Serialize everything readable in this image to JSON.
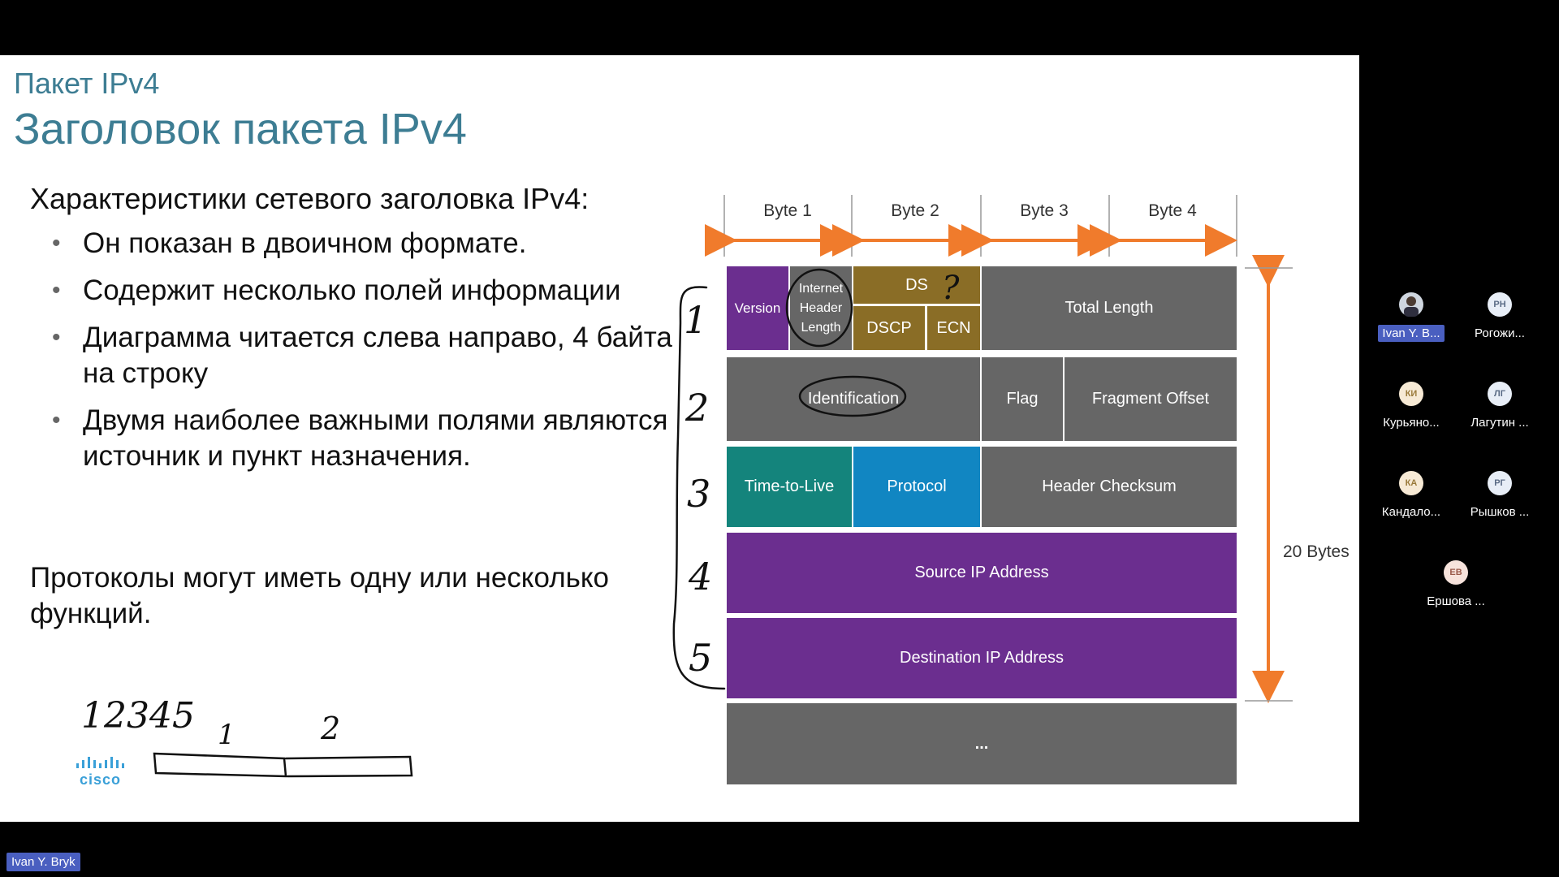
{
  "slide": {
    "subtitle": "Пакет IPv4",
    "title": "Заголовок пакета IPv4",
    "intro": "Характеристики сетевого заголовка IPv4:",
    "bullets": [
      "Он показан в двоичном формате.",
      "Содержит несколько полей информации",
      "Диаграмма читается слева направо, 4 байта на строку",
      "Двумя наиболее важными полями являются источник и пункт назначения."
    ],
    "protocols": "Протоколы могут иметь одну или несколько функций.",
    "logo_text": "cisco"
  },
  "diagram": {
    "bytes": [
      "Byte 1",
      "Byte 2",
      "Byte 3",
      "Byte 4"
    ],
    "size_label": "20 Bytes",
    "fields": {
      "version": "Version",
      "ihl_1": "Internet",
      "ihl_2": "Header",
      "ihl_3": "Length",
      "ds": "DS",
      "dscp": "DSCP",
      "ecn": "ECN",
      "total_length": "Total Length",
      "identification": "Identification",
      "flag": "Flag",
      "fragment_offset": "Fragment Offset",
      "ttl": "Time-to-Live",
      "protocol": "Protocol",
      "header_checksum": "Header Checksum",
      "source_ip": "Source IP Address",
      "destination_ip": "Destination IP Address",
      "options": "..."
    },
    "colors": {
      "purple": "#6b2e8f",
      "gray": "#666666",
      "olive": "#8a6d26",
      "teal": "#14847c",
      "blue": "#1186c2",
      "arrow": "#f07b2c"
    }
  },
  "annotations": {
    "row_numbers": [
      "1",
      "2",
      "3",
      "4",
      "5"
    ],
    "digits": "12345",
    "segment_labels": [
      "1",
      "2"
    ],
    "question_mark": "?"
  },
  "participants": [
    {
      "initials": "",
      "name": "Ivan Y. B...",
      "active": true
    },
    {
      "initials": "РН",
      "name": "Рогожи..."
    },
    {
      "initials": "КИ",
      "name": "Курьяно..."
    },
    {
      "initials": "ЛГ",
      "name": "Лагутин ..."
    },
    {
      "initials": "КА",
      "name": "Кандало..."
    },
    {
      "initials": "РГ",
      "name": "Рышков ..."
    },
    {
      "initials": "ЕВ",
      "name": "Ершова ..."
    }
  ],
  "presenter_tag": "Ivan Y. Bryk"
}
